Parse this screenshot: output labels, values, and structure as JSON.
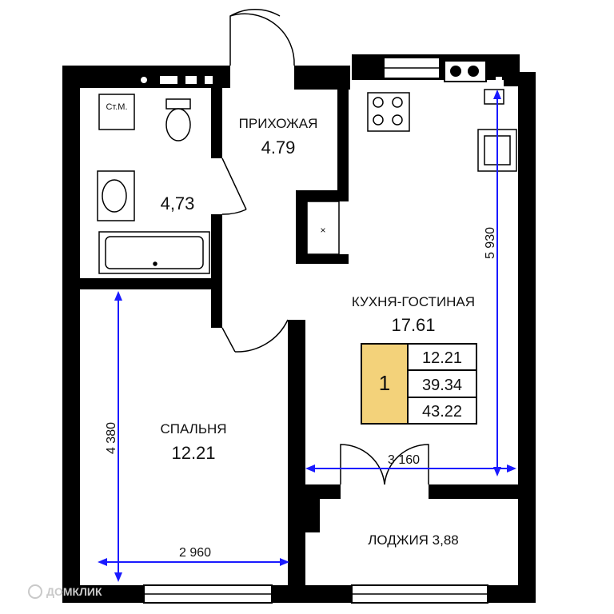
{
  "rooms": {
    "bathroom": {
      "label": "Ст.М.",
      "area": "4,73"
    },
    "hallway": {
      "name": "ПРИХОЖАЯ",
      "area": "4.79"
    },
    "kitchen_living": {
      "name": "КУХНЯ-ГОСТИНАЯ",
      "area": "17.61"
    },
    "bedroom": {
      "name": "СПАЛЬНЯ",
      "area": "12.21"
    },
    "loggia": {
      "name": "ЛОДЖИЯ 3,88"
    }
  },
  "dimensions": {
    "kitchen_height": "5 930",
    "kitchen_width": "3 160",
    "bedroom_height": "4 380",
    "bedroom_width": "2 960"
  },
  "summary": {
    "rooms_count": "1",
    "living_area": "12.21",
    "total_area": "39.34",
    "area_with_loggia": "43.22"
  },
  "vent_mark": "×",
  "watermark": "ДОМКЛИК",
  "colors": {
    "wall": "#000000",
    "dimension_line": "#1a1aff",
    "summary_accent": "#f3d27a"
  }
}
